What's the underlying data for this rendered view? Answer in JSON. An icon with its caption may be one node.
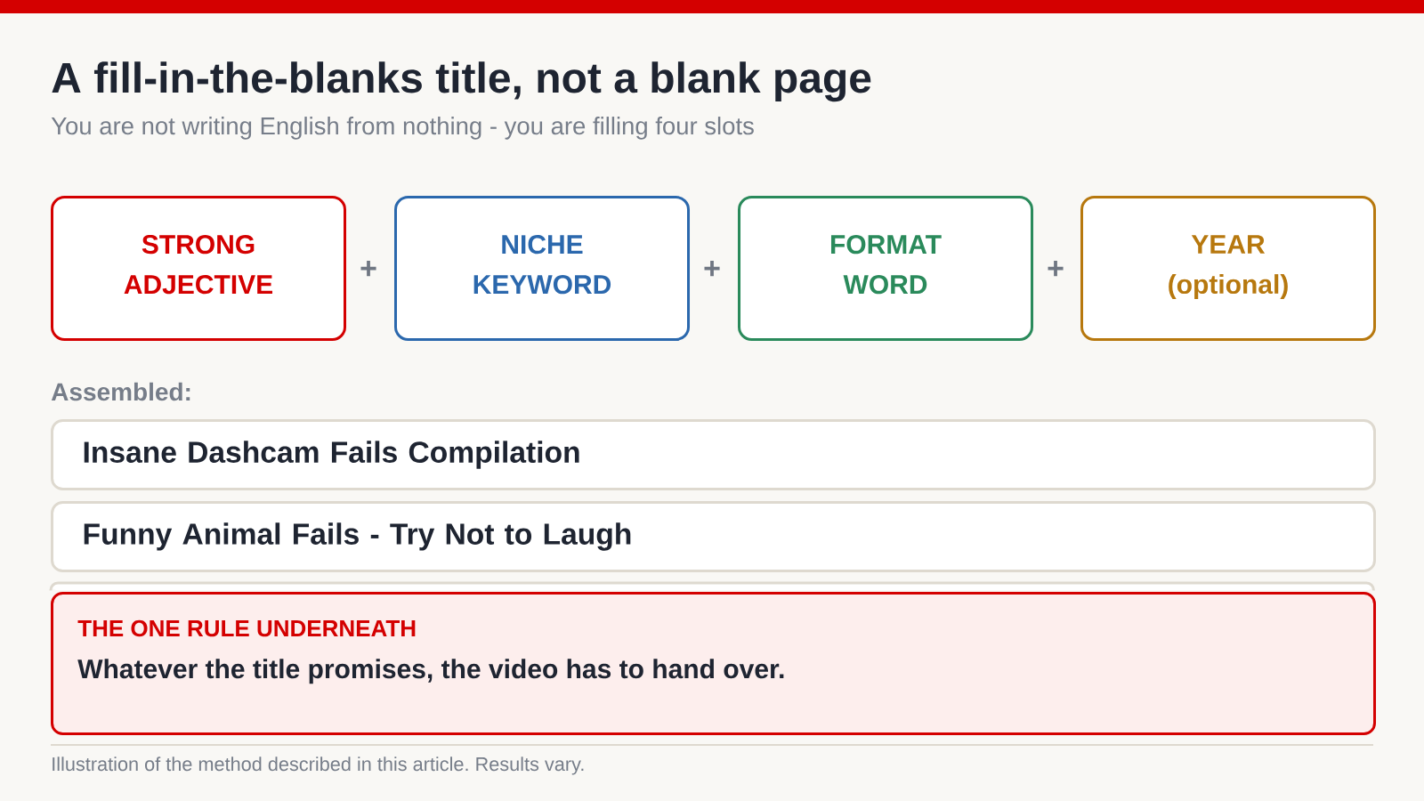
{
  "diagram": {
    "title": "A fill-in-the-blanks title, not a blank page",
    "caption": "Illustration of the method described in this article. Results vary.",
    "nodes": [
      {
        "text": [
          "STRONG ADJECTIVE"
        ]
      },
      {
        "text": [
          "NICHE KEYWORD"
        ]
      },
      {
        "text": [
          "FORMAT WORD"
        ]
      },
      {
        "text": [
          "YEAR (optional)"
        ]
      },
      {
        "text": [
          "Insane Dashcam Fails Compilation"
        ]
      },
      {
        "text": [
          "Funny Animal Fails - Try Not to Laugh"
        ]
      },
      {
        "text": [],
        "shape": "box"
      },
      {
        "text": [
          "THE ONE RULE UNDERNEATH",
          "Whatever the title promises, the video has to hand over."
        ]
      }
    ],
    "labels": [
      "You are not writing English from nothing - you are filling four slots",
      "+",
      "+",
      "+",
      "Assembled:"
    ]
  }
}
